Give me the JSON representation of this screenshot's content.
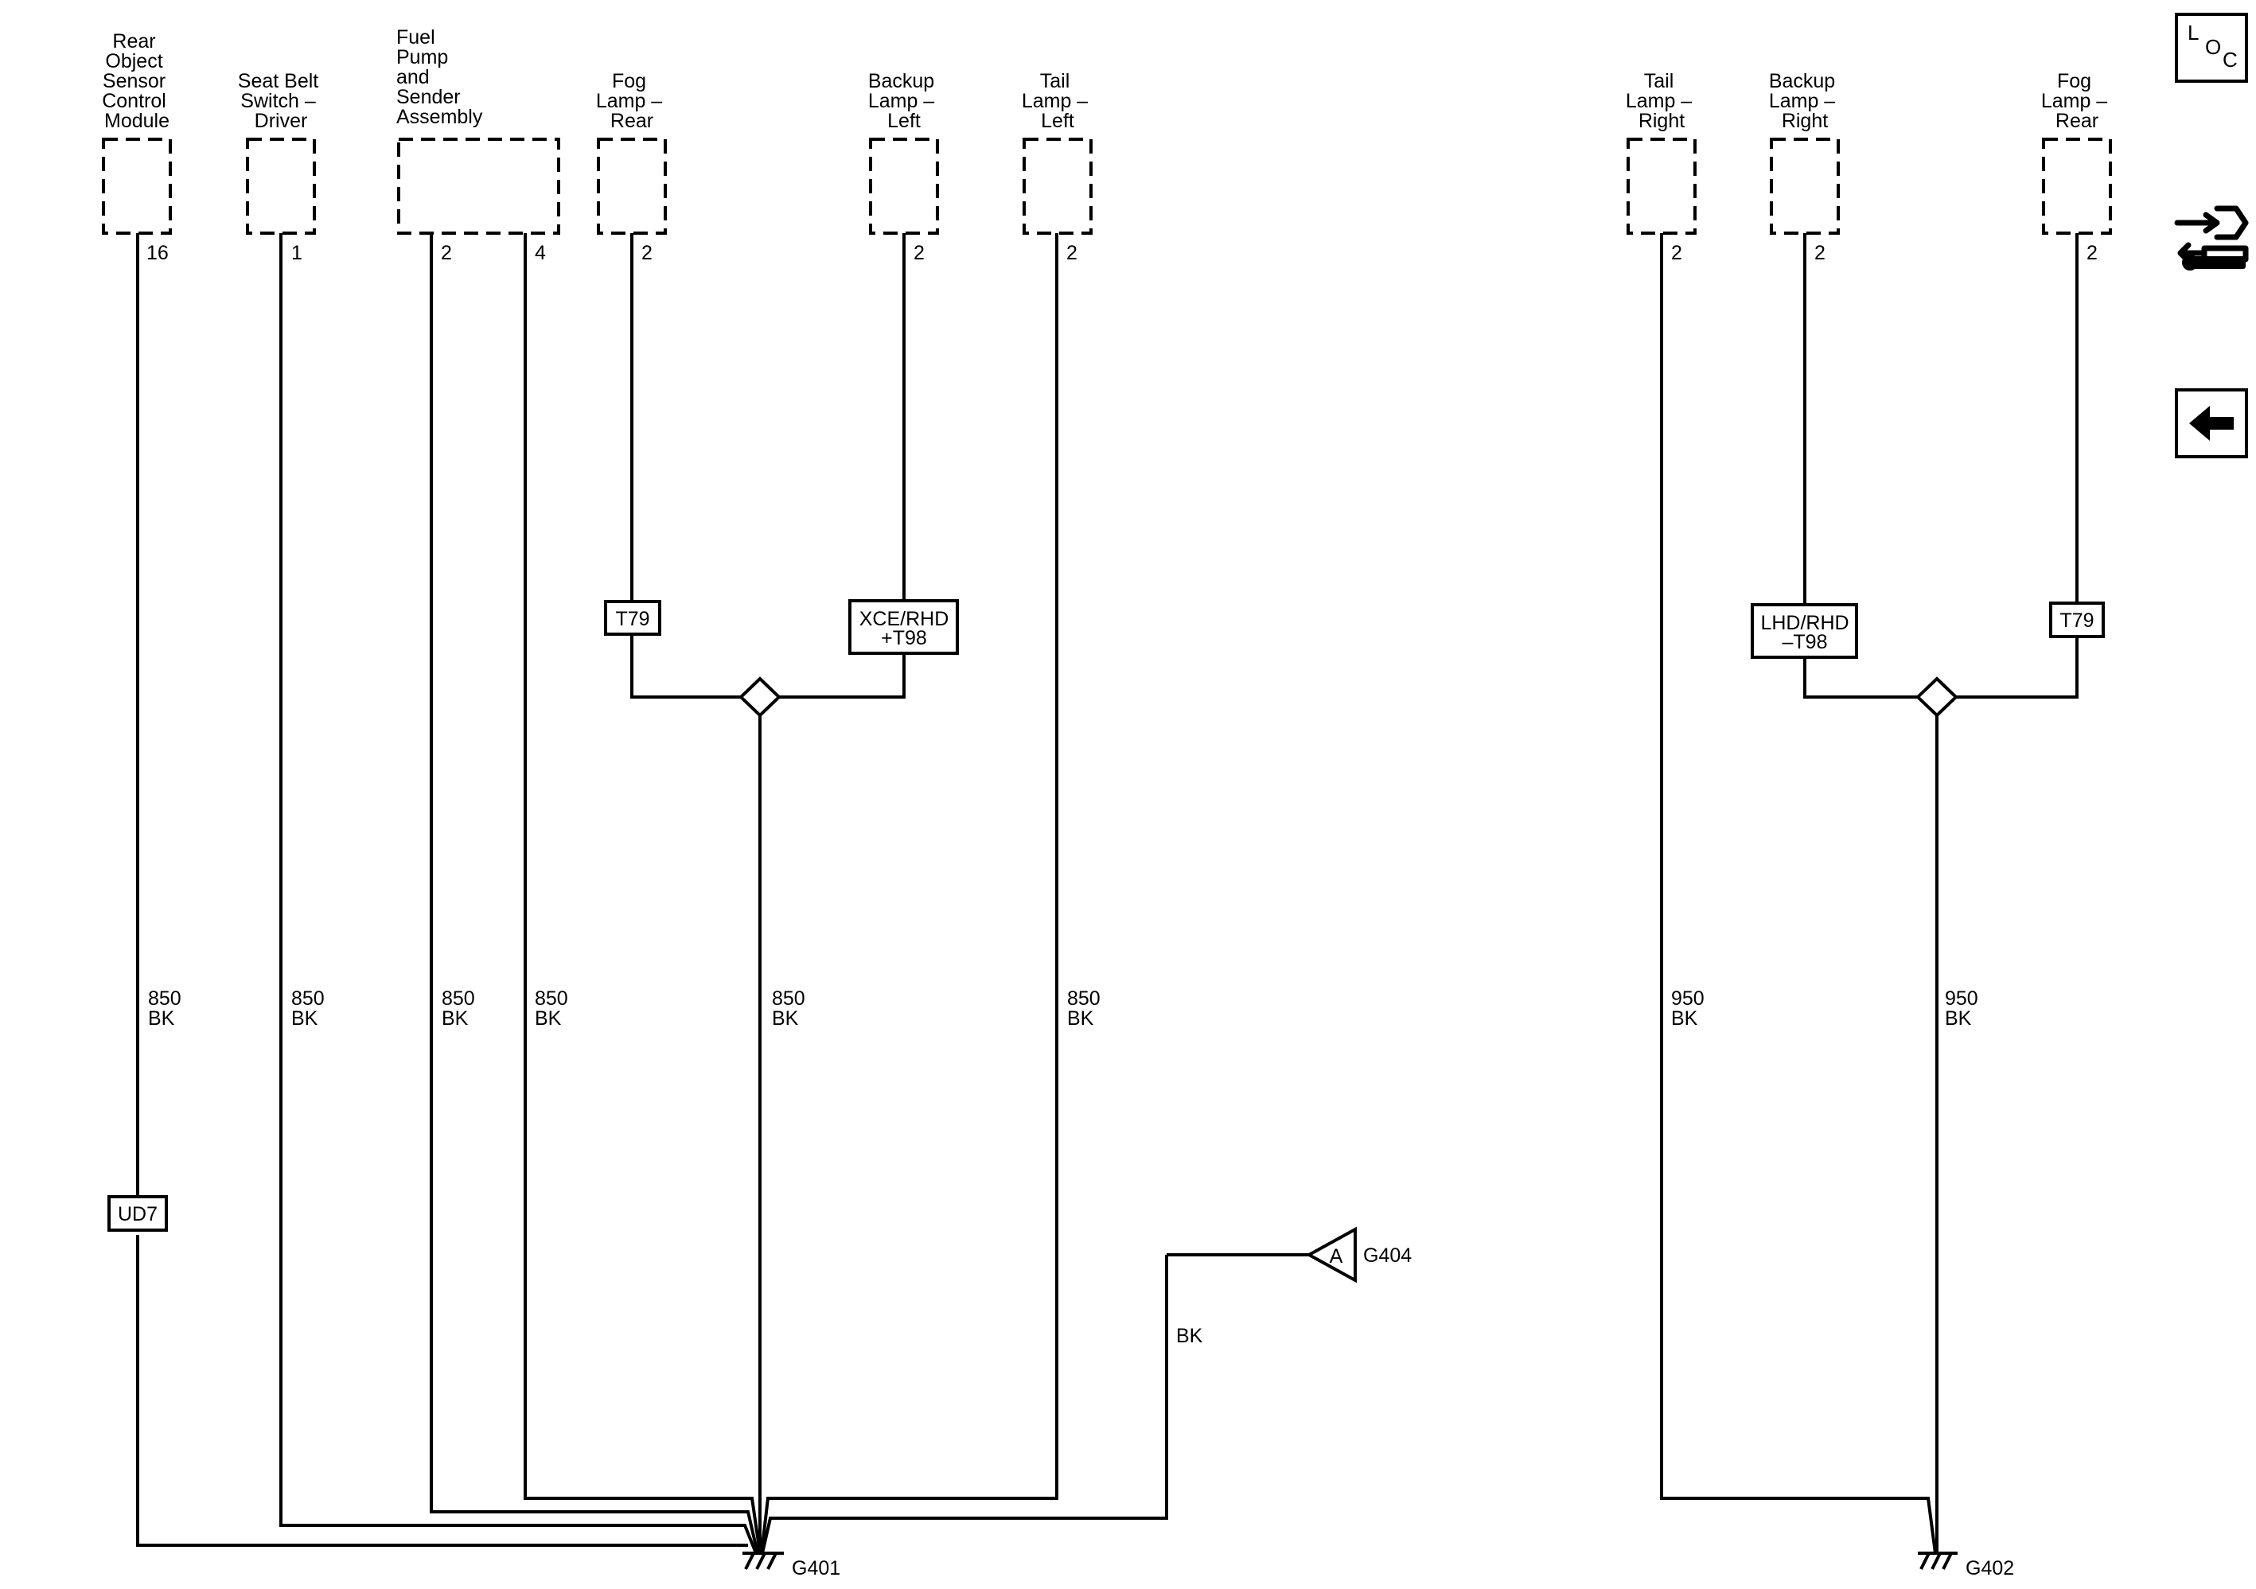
{
  "components": [
    {
      "lines": [
        "Rear",
        "Object",
        "Sensor",
        "Control",
        "Module"
      ],
      "pin": "16"
    },
    {
      "lines": [
        "Seat Belt",
        "Switch –",
        "Driver"
      ],
      "pin": "1"
    },
    {
      "lines": [
        "Fuel",
        "Pump",
        "and",
        "Sender",
        "Assembly"
      ],
      "pins": [
        "2",
        "4"
      ]
    },
    {
      "lines": [
        "Fog",
        "Lamp –",
        "Rear"
      ],
      "pin": "2"
    },
    {
      "lines": [
        "Backup",
        "Lamp –",
        "Left"
      ],
      "pin": "2"
    },
    {
      "lines": [
        "Tail",
        "Lamp –",
        "Left"
      ],
      "pin": "2"
    },
    {
      "lines": [
        "Tail",
        "Lamp –",
        "Right"
      ],
      "pin": "2"
    },
    {
      "lines": [
        "Backup",
        "Lamp –",
        "Right"
      ],
      "pin": "2"
    },
    {
      "lines": [
        "Fog",
        "Lamp –",
        "Rear"
      ],
      "pin": "2"
    }
  ],
  "wires": [
    {
      "circuit": "850",
      "color": "BK"
    },
    {
      "circuit": "850",
      "color": "BK"
    },
    {
      "circuit": "850",
      "color": "BK"
    },
    {
      "circuit": "850",
      "color": "BK"
    },
    {
      "circuit": "850",
      "color": "BK"
    },
    {
      "circuit": "850",
      "color": "BK"
    },
    {
      "circuit": "950",
      "color": "BK"
    },
    {
      "circuit": "950",
      "color": "BK"
    }
  ],
  "options": {
    "ud7": "UD7",
    "t79_left": "T79",
    "xce_line1": "XCE/RHD",
    "xce_line2": "+T98",
    "lhd_line1": "LHD/RHD",
    "lhd_line2": "–T98",
    "t79_right": "T79"
  },
  "grounds": {
    "g401": "G401",
    "g402": "G402",
    "g404": "G404",
    "connector_a": "A",
    "g404_wire_color": "BK"
  },
  "nav": {
    "loc_letters": [
      "L",
      "O",
      "C"
    ],
    "icons": [
      "loc-icon",
      "connector-wrench-icon",
      "back-arrow-icon"
    ]
  }
}
